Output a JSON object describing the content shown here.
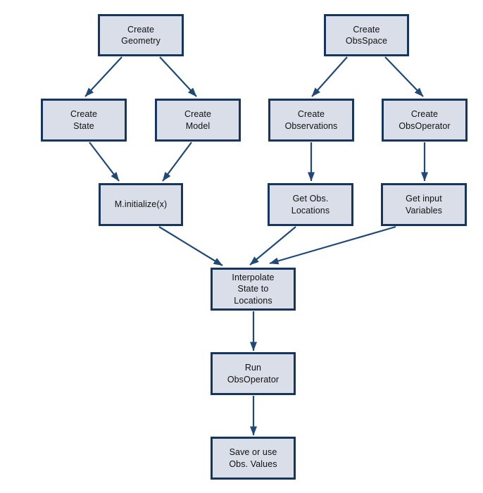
{
  "diagram": {
    "type": "flowchart",
    "nodes": [
      {
        "id": "create-geometry",
        "label": "Create\nGeometry"
      },
      {
        "id": "create-obsspace",
        "label": "Create\nObsSpace"
      },
      {
        "id": "create-state",
        "label": "Create\nState"
      },
      {
        "id": "create-model",
        "label": "Create\nModel"
      },
      {
        "id": "create-observations",
        "label": "Create\nObservations"
      },
      {
        "id": "create-obsoperator",
        "label": "Create\nObsOperator"
      },
      {
        "id": "m-initialize",
        "label": "M.initialize(x)"
      },
      {
        "id": "get-obs-locations",
        "label": "Get Obs.\nLocations"
      },
      {
        "id": "get-input-variables",
        "label": "Get input\nVariables"
      },
      {
        "id": "interpolate-state",
        "label": "Interpolate\nState to\nLocations"
      },
      {
        "id": "run-obsoperator",
        "label": "Run\nObsOperator"
      },
      {
        "id": "save-obs-values",
        "label": "Save or use\nObs. Values"
      }
    ],
    "edges": [
      {
        "from": "create-geometry",
        "to": "create-state"
      },
      {
        "from": "create-geometry",
        "to": "create-model"
      },
      {
        "from": "create-obsspace",
        "to": "create-observations"
      },
      {
        "from": "create-obsspace",
        "to": "create-obsoperator"
      },
      {
        "from": "create-state",
        "to": "m-initialize"
      },
      {
        "from": "create-model",
        "to": "m-initialize"
      },
      {
        "from": "create-observations",
        "to": "get-obs-locations"
      },
      {
        "from": "create-obsoperator",
        "to": "get-input-variables"
      },
      {
        "from": "m-initialize",
        "to": "interpolate-state"
      },
      {
        "from": "get-obs-locations",
        "to": "interpolate-state"
      },
      {
        "from": "get-input-variables",
        "to": "interpolate-state"
      },
      {
        "from": "interpolate-state",
        "to": "run-obsoperator"
      },
      {
        "from": "run-obsoperator",
        "to": "save-obs-values"
      }
    ]
  },
  "colors": {
    "background": "#ffffff",
    "box_fill": "#d9dee8",
    "box_border": "#17365d",
    "arrow": "#1f4977",
    "text": "#111111"
  }
}
